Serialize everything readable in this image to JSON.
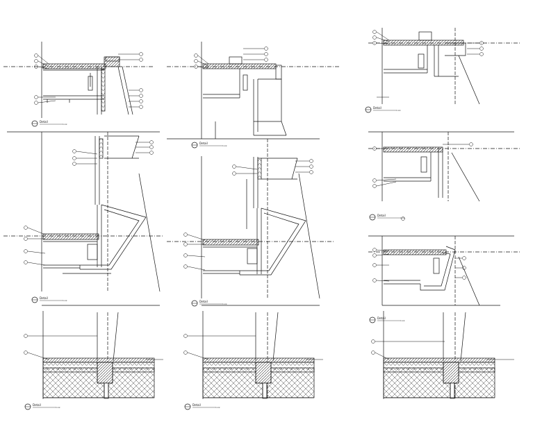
{
  "drawing": {
    "background": "#ffffff",
    "line_color": "#111111",
    "hatch_color": "#333333",
    "details": [
      {
        "id": "d1",
        "label": "Detail",
        "scale": "1:xx"
      },
      {
        "id": "d2",
        "label": "Detail",
        "scale": "1:xx"
      },
      {
        "id": "d3",
        "label": "Detail",
        "scale": "1:xx"
      },
      {
        "id": "d4",
        "label": "Detail",
        "scale": "1:xx"
      },
      {
        "id": "d5",
        "label": "Detail",
        "scale": "1:xx"
      },
      {
        "id": "d6",
        "label": "Detail",
        "scale": "1:xx"
      },
      {
        "id": "d7",
        "label": "Detail",
        "scale": "1:xx"
      },
      {
        "id": "d8",
        "label": "Detail",
        "scale": "1:xx"
      },
      {
        "id": "d9",
        "label": "Detail",
        "scale": "1:xx"
      }
    ]
  }
}
